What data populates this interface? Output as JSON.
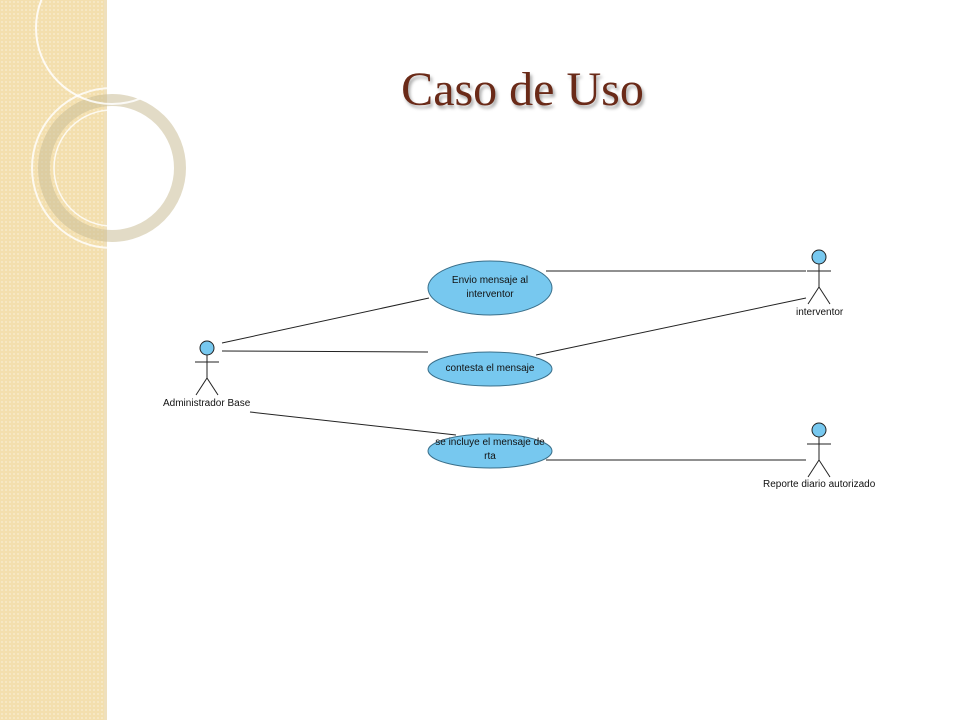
{
  "slide": {
    "title": "Caso de Uso"
  },
  "diagram": {
    "actors": [
      {
        "label": "Administrador Base"
      },
      {
        "label": "interventor"
      },
      {
        "label": "Reporte diario autorizado"
      }
    ],
    "use_cases": [
      {
        "line1": "Envio mensaje al",
        "line2": "interventor"
      },
      {
        "line1": "contesta el mensaje",
        "line2": ""
      },
      {
        "line1": "se incluye el mensaje de",
        "line2": "rta"
      }
    ]
  },
  "colors": {
    "use_case_fill": "#77c8ef",
    "actor_head_fill": "#77c8ef",
    "title": "#6a2a18",
    "side_band": "#f3dfae"
  }
}
